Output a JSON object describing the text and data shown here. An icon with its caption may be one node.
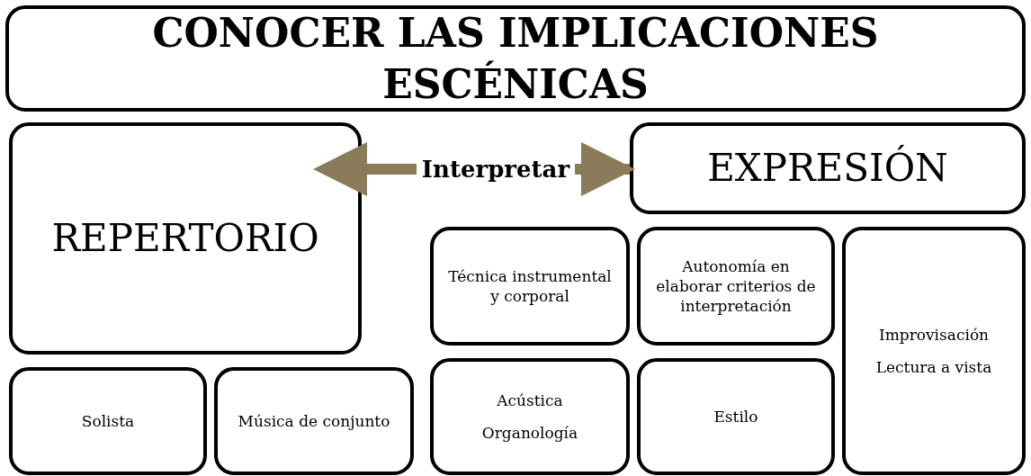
{
  "diagram": {
    "nodes": [
      {
        "text": [
          "CONOCER LAS IMPLICACIONES ESCÉNICAS"
        ]
      },
      {
        "text": [
          "REPERTORIO"
        ]
      },
      {
        "text": [
          "EXPRESIÓN"
        ]
      },
      {
        "text": [
          "Técnica instrumental y corporal"
        ]
      },
      {
        "text": [
          "Autonomía en elaborar criterios de interpretación"
        ]
      },
      {
        "text": [
          "Improvisación",
          "Lectura a vista"
        ]
      },
      {
        "text": [
          "Acústica",
          "Organología"
        ]
      },
      {
        "text": [
          "Estilo"
        ]
      },
      {
        "text": [
          "Solista"
        ]
      },
      {
        "text": [
          "Música de conjunto"
        ]
      }
    ],
    "edges": [
      {
        "from": 1,
        "to": 2,
        "arrow": "both",
        "label": "Interpretar"
      }
    ]
  }
}
